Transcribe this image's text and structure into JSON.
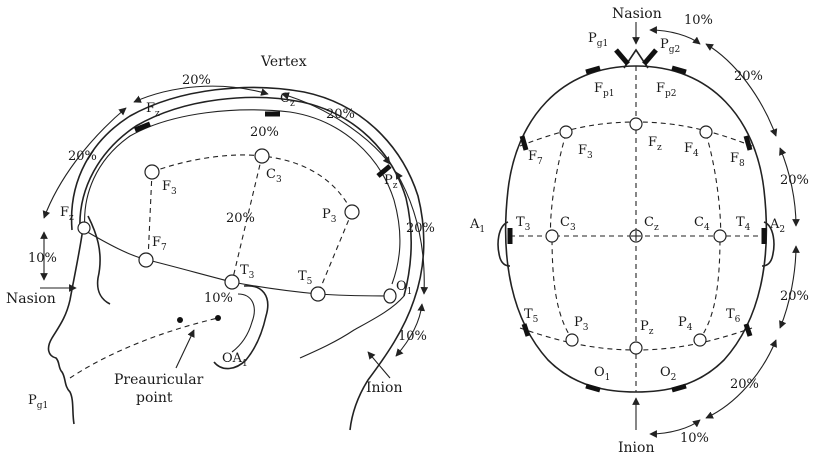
{
  "left_view": {
    "vertex": "Vertex",
    "nasion": "Nasion",
    "inion": "Inion",
    "preauricular": [
      "Preauricular",
      "point"
    ],
    "electrodes": {
      "fz": [
        "F",
        "z"
      ],
      "cz": [
        "C",
        "z"
      ],
      "pz": [
        "P",
        "z"
      ],
      "fpz": [
        "F",
        "z"
      ],
      "f3": [
        "F",
        "3"
      ],
      "c3": [
        "C",
        "3"
      ],
      "p3": [
        "P",
        "3"
      ],
      "f7": [
        "F",
        "7"
      ],
      "t3": [
        "T",
        "3"
      ],
      "t5": [
        "T",
        "5"
      ],
      "o1": [
        "O",
        "1"
      ],
      "oa1": [
        "OA",
        "1"
      ],
      "pg1": [
        "P",
        "g1"
      ]
    },
    "percentages": {
      "top_fz_cz": "20%",
      "top_cz_pz": "20%",
      "fz_side": "20%",
      "inner_20": "20%",
      "c3_t3": "20%",
      "pz_o1": "20%",
      "nasion_10": "10%",
      "o1_inion_10": "10%",
      "preaur_10": "10%"
    }
  },
  "right_view": {
    "nasion": "Nasion",
    "inion": "Inion",
    "electrodes": {
      "pg1": [
        "P",
        "g1"
      ],
      "pg2": [
        "P",
        "g2"
      ],
      "fp1": [
        "F",
        "p1"
      ],
      "fp2": [
        "F",
        "p2"
      ],
      "f7": [
        "F",
        "7"
      ],
      "f3": [
        "F",
        "3"
      ],
      "fz": [
        "F",
        "z"
      ],
      "f4": [
        "F",
        "4"
      ],
      "f8": [
        "F",
        "8"
      ],
      "a1": [
        "A",
        "1"
      ],
      "t3": [
        "T",
        "3"
      ],
      "c3": [
        "C",
        "3"
      ],
      "cz": [
        "C",
        "z"
      ],
      "c4": [
        "C",
        "4"
      ],
      "t4": [
        "T",
        "4"
      ],
      "a2": [
        "A",
        "2"
      ],
      "t5": [
        "T",
        "5"
      ],
      "p3": [
        "P",
        "3"
      ],
      "pz": [
        "P",
        "z"
      ],
      "p4": [
        "P",
        "4"
      ],
      "t6": [
        "T",
        "6"
      ],
      "o1": [
        "O",
        "1"
      ],
      "o2": [
        "O",
        "2"
      ]
    },
    "percentages": {
      "top_10": "10%",
      "upper_20": "20%",
      "mid_upper_20": "20%",
      "mid_lower_20": "20%",
      "lower_20": "20%",
      "bottom_10": "10%"
    }
  }
}
